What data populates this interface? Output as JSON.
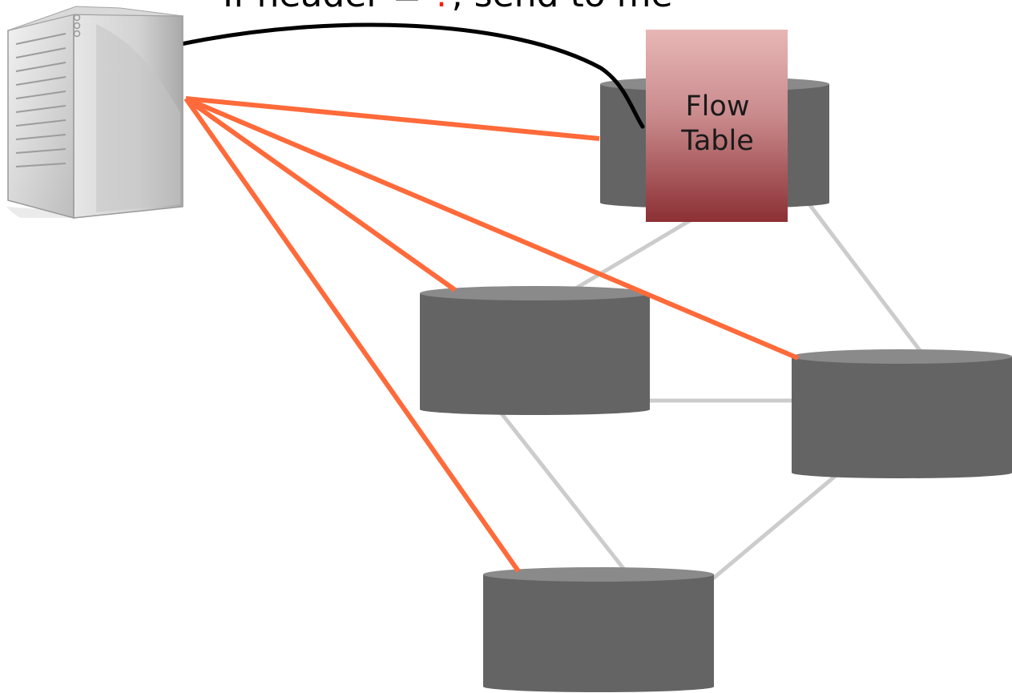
{
  "caption": {
    "before": "If header = ",
    "highlight": "?",
    "after": ", send to me"
  },
  "flow_table": {
    "line1": "Flow",
    "line2": "Table"
  },
  "colors": {
    "control_link": "#ff6a3a",
    "data_link": "#cccccc",
    "callback_curve": "#000000",
    "switch_body": "#646464",
    "switch_top": "#8a8a8a",
    "flow_table_top": "#e8b6b6",
    "flow_table_bottom": "#8c3034",
    "highlight": "#ff1a00"
  },
  "icons": {
    "controller": "server-icon",
    "switch": "switch-cylinder-icon"
  },
  "nodes": [
    "controller",
    "switch-top",
    "switch-middle",
    "switch-right",
    "switch-bottom"
  ],
  "links": {
    "control": [
      [
        "controller",
        "switch-top"
      ],
      [
        "controller",
        "switch-middle"
      ],
      [
        "controller",
        "switch-right"
      ],
      [
        "controller",
        "switch-bottom"
      ]
    ],
    "data": [
      [
        "switch-top",
        "switch-middle"
      ],
      [
        "switch-top",
        "switch-right"
      ],
      [
        "switch-middle",
        "switch-right"
      ],
      [
        "switch-middle",
        "switch-bottom"
      ],
      [
        "switch-right",
        "switch-bottom"
      ]
    ]
  }
}
